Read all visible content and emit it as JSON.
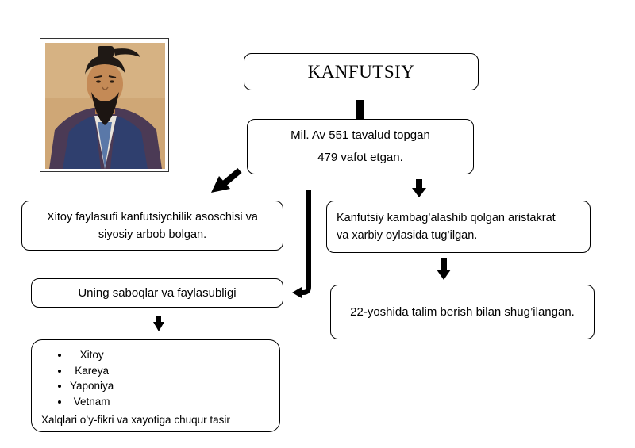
{
  "title": "KANFUTSIY",
  "dates": {
    "line1": "Mil. Av 551 tavalud topgan",
    "line2": "479 vafot etgan."
  },
  "philosopher": {
    "line1": "Xitoy faylasufi kanfutsiychilik asoschisi va",
    "line2": "siyosiy arbob bolgan."
  },
  "origin": {
    "line1": "Kanfutsiy kambag’alashib qolgan aristakrat",
    "line2": "va xarbiy oylasida tug’ilgan."
  },
  "lessons": "Uning saboqlar va faylasubligi",
  "teaching": "22-yoshida talim berish bilan shug’ilangan.",
  "influence": {
    "countries": [
      "Xitoy",
      "Kareya",
      "Yaponiya",
      "Vetnam"
    ],
    "note": "Xalqlari  o’y-fikri  va xayotiga chuqur tasir"
  },
  "colors": {
    "line": "#000000",
    "background": "#ffffff"
  },
  "icons": [
    "portrait-image",
    "arrow-down-icon",
    "arrow-down-left-icon",
    "arrow-bent-left-icon"
  ]
}
